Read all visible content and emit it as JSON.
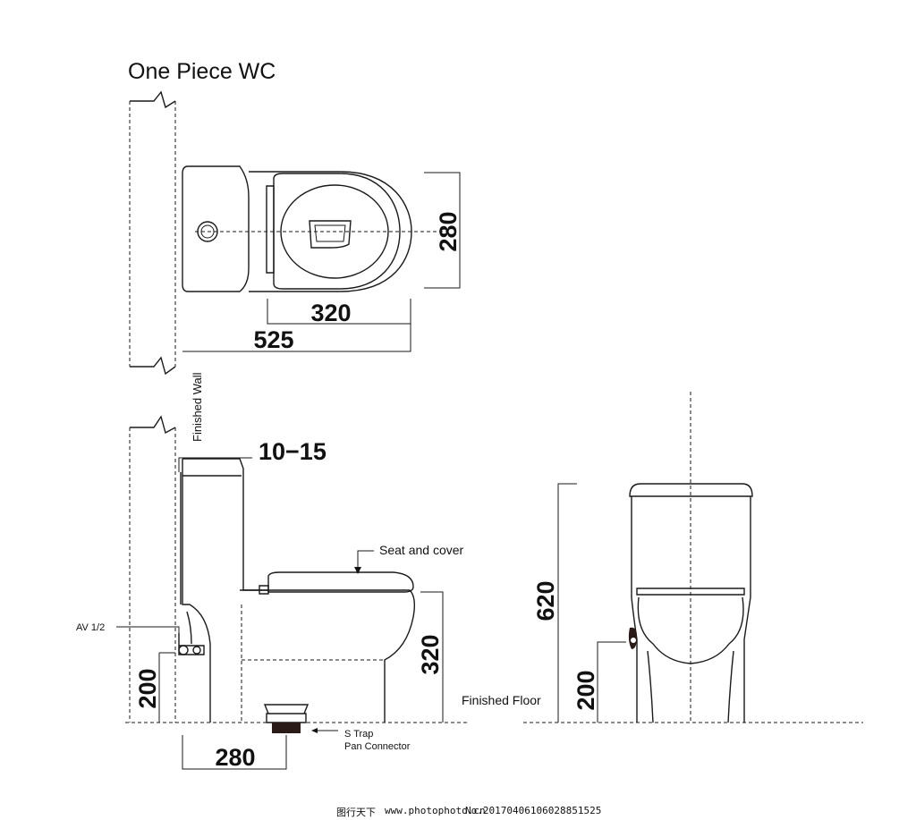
{
  "title": "One Piece WC",
  "labels": {
    "finished_wall": "Finished Wall",
    "finished_floor": "Finished Floor",
    "seat_and_cover": "Seat and cover",
    "av": "AV  1/2",
    "s_trap_1": "S  Trap",
    "s_trap_2": "Pan Connector"
  },
  "dimensions": {
    "top_width": "280",
    "bowl_length": "320",
    "total_length": "525",
    "wall_gap": "10−15",
    "seat_height": "320",
    "inlet_height_side": "200",
    "trap_offset": "280",
    "total_height": "620",
    "inlet_height_front": "200"
  },
  "footer": {
    "watermark_site": "图行天下",
    "watermark_url": "www.photophoto.cn",
    "watermark_id": "No.20170406106028851525"
  }
}
